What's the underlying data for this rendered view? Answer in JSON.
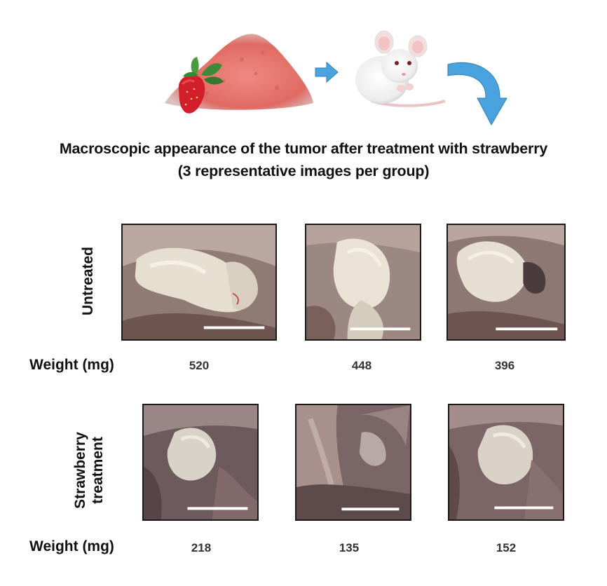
{
  "caption": {
    "line1": "Macroscopic appearance of the tumor after treatment with strawberry",
    "line2": "(3 representative images per group)"
  },
  "groups": [
    {
      "label": "Untreated",
      "weight_label": "Weight (mg)",
      "weights": [
        "520",
        "448",
        "396"
      ]
    },
    {
      "label_line1": "Strawberry",
      "label_line2": "treatment",
      "weight_label": "Weight (mg)",
      "weights": [
        "218",
        "135",
        "152"
      ]
    }
  ],
  "icons": {
    "powder": "strawberry-powder-icon",
    "arrow": "arrow-right-icon",
    "mouse": "mouse-icon",
    "curved_arrow": "curved-arrow-icon"
  },
  "colors": {
    "arrow_blue": "#4aa3df",
    "powder": "#e06a63",
    "strawberry": "#d21f2b",
    "scale_bar": "#ffffff"
  }
}
